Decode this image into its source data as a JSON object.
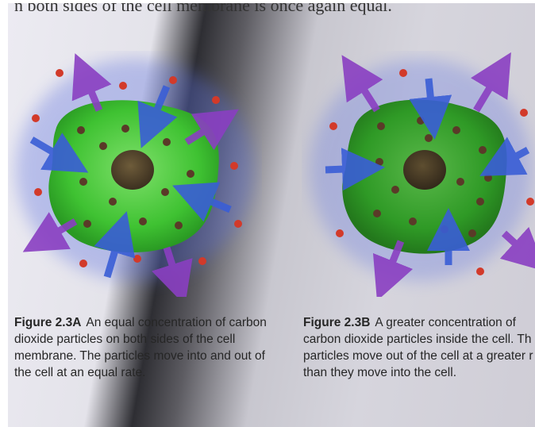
{
  "header": {
    "cutoff_text": "n both sides of the cell membrane is once again equal."
  },
  "figure_a": {
    "label": "Figure 2.3A",
    "caption_lines": [
      "An equal concentration of carbon",
      "dioxide particles on both sides of the cell",
      "membrane. The particles move into and out of",
      "the cell at an equal rate."
    ]
  },
  "figure_b": {
    "label": "Figure 2.3B",
    "caption_lines": [
      "A greater concentration of",
      "carbon dioxide particles inside the cell. Th",
      "particles move out of the cell at a greater r",
      "than they move into the cell."
    ]
  },
  "colors": {
    "cell_green": "#3fc232",
    "nucleus": "#5a4a2e",
    "arrow_in": "#3a5ed6",
    "arrow_out": "#8a3fc2",
    "particle_red": "#d23a2a",
    "particle_dark": "#3a2a2a"
  }
}
